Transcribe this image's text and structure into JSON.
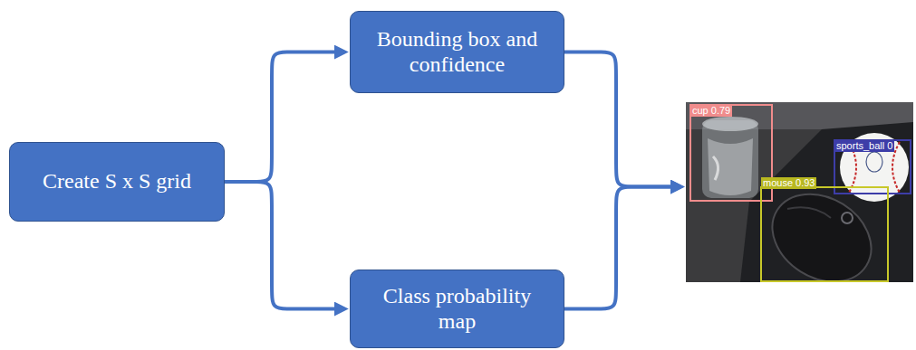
{
  "diagram": {
    "nodes": [
      {
        "text": [
          "Create S x S grid"
        ]
      },
      {
        "text": [
          "Bounding box and confidence"
        ]
      },
      {
        "text": [
          "Class probability map"
        ]
      },
      {
        "text": [
          "cup 0.79",
          "sports_ball 0",
          "mouse 0.93"
        ]
      }
    ],
    "edges": [
      {
        "from": 0,
        "to": 1,
        "arrow": "to"
      },
      {
        "from": 0,
        "to": 2,
        "arrow": "to"
      },
      {
        "from": 1,
        "to": 3,
        "arrow": "to"
      },
      {
        "from": 2,
        "to": 3,
        "arrow": "to"
      }
    ]
  }
}
